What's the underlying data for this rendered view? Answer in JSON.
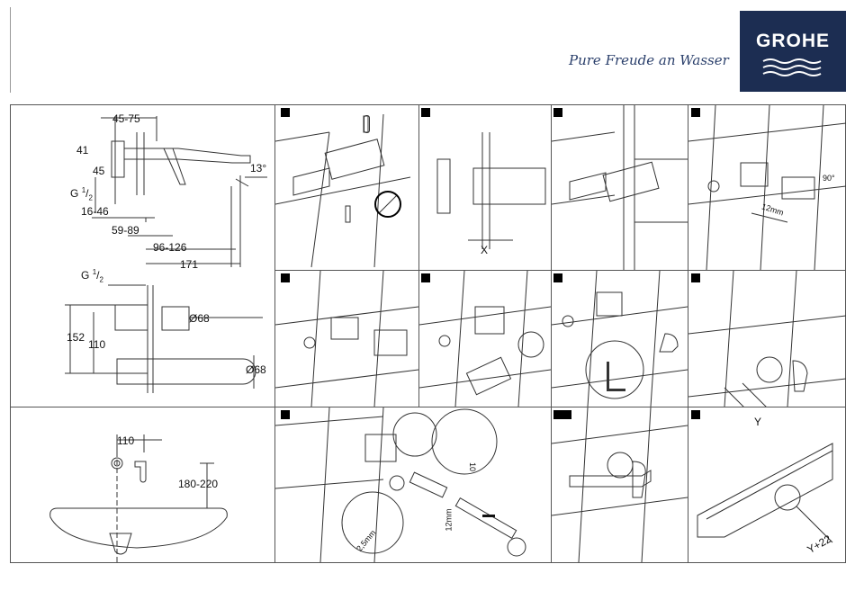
{
  "header": {
    "tagline": "Pure Freude an Wasser",
    "brand": "GROHE",
    "brand_color": "#1c2d52"
  },
  "dimensions": {
    "d_45_75": "45-75",
    "d_41": "41",
    "d_45": "45",
    "d_g12_top_base": "G",
    "d_g12_top_sup": "1",
    "d_g12_top_sub": "2",
    "d_16_46": "16-46",
    "d_59_89": "59-89",
    "d_96_126": "96-126",
    "d_171": "171",
    "d_13deg": "13°",
    "d_g12_mid_base": "G",
    "d_g12_mid_sup": "1",
    "d_g12_mid_sub": "2",
    "d_dia68_a": "Ø68",
    "d_152": "152",
    "d_110_side": "110",
    "d_dia68_b": "Ø68",
    "d_110_top": "110",
    "d_180_220": "180-220"
  },
  "steps": {
    "x_label": "X",
    "angle_90": "90°",
    "len_12mm_a": "12mm",
    "y_label": "Y",
    "len_10": "10",
    "len_2_5mm": "2,5mm",
    "len_12mm_b": "12mm",
    "y_plus_22": "Y+22"
  },
  "icons": [
    "no-scald-icon",
    "thermometer-icon",
    "hex-key-icon",
    "arrow-icon"
  ]
}
